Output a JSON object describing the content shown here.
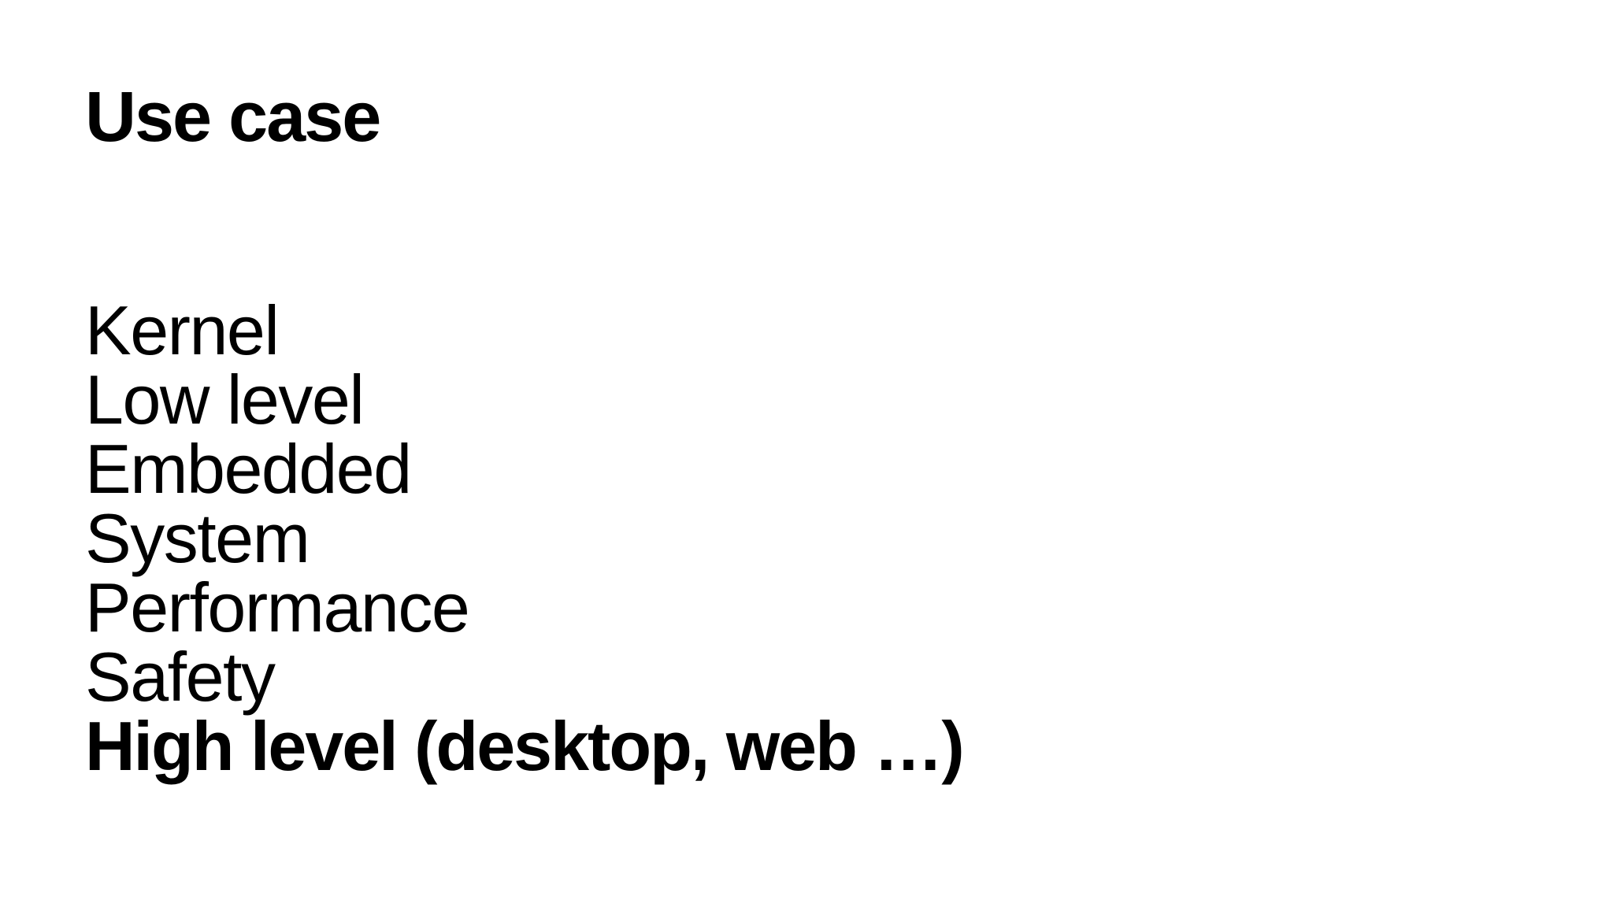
{
  "slide": {
    "title": "Use case",
    "items": [
      {
        "text": "Kernel",
        "bold": false
      },
      {
        "text": "Low level",
        "bold": false
      },
      {
        "text": "Embedded",
        "bold": false
      },
      {
        "text": "System",
        "bold": false
      },
      {
        "text": "Performance",
        "bold": false
      },
      {
        "text": "Safety",
        "bold": false
      },
      {
        "text": "High level (desktop, web …)",
        "bold": true
      }
    ]
  },
  "colors": {
    "background": "#ffffff",
    "text": "#000000"
  }
}
